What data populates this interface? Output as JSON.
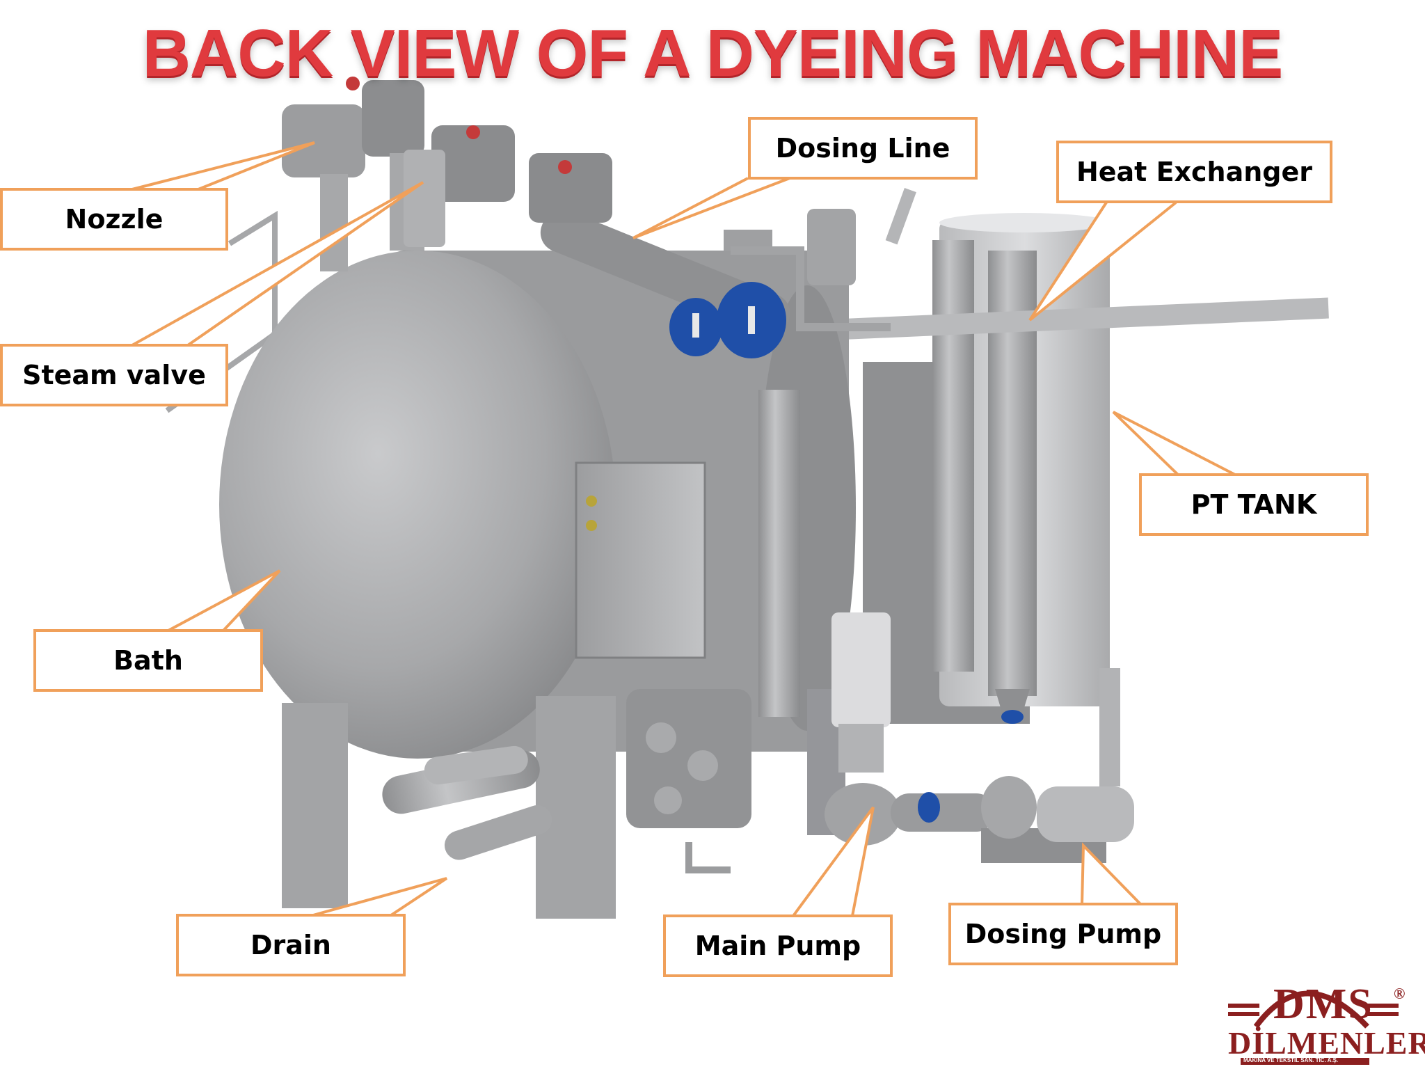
{
  "title": "BACK VIEW OF A DYEING  MACHINE",
  "labels": {
    "nozzle": "Nozzle",
    "steam_valve": "Steam valve",
    "dosing_line": "Dosing Line",
    "heat_exchanger": "Heat Exchanger",
    "pt_tank": "PT TANK",
    "bath": "Bath",
    "drain": "Drain",
    "main_pump": "Main Pump",
    "dosing_pump": "Dosing Pump"
  },
  "logo": {
    "initials": "DMS",
    "company": "DİLMENLER",
    "tagline": "MAKİNA VE TEKSTİL SAN. TİC. A.Ş.",
    "registered": "®"
  },
  "colors": {
    "title": "#e03a3e",
    "callout_border": "#f0a05a",
    "logo": "#8b1f1f",
    "machine": "#a9aaac",
    "valve_blue": "#1f4fa8"
  }
}
